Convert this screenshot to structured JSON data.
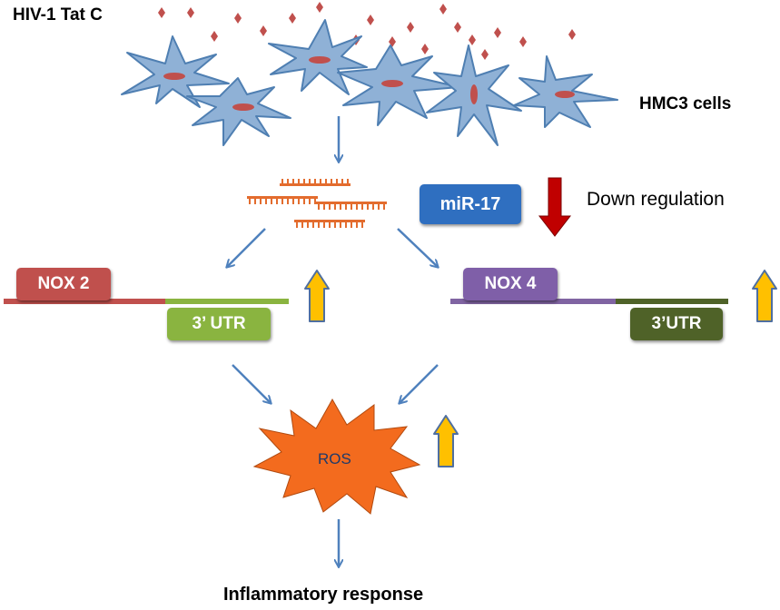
{
  "labels": {
    "stimulus": "HIV-1 Tat C",
    "cells": "HMC3 cells",
    "mirna": "miR-17",
    "down_regulation": "Down regulation",
    "nox2": "NOX 2",
    "nox2_utr": "3’ UTR",
    "nox4": "NOX 4",
    "nox4_utr": "3’UTR",
    "ros": "ROS",
    "outcome": "Inflammatory response"
  },
  "colors": {
    "cell_fill": "#8fb1d6",
    "cell_stroke": "#4f7fb2",
    "nucleus": "#c0504d",
    "particle": "#c0504d",
    "mirna": "#e36c2e",
    "mirna_box": "#2f6fc0",
    "down_arrow": "#c00000",
    "up_arrow": "#ffc000",
    "up_arrow_stroke": "#4f6fa0",
    "nox2_box": "#c0504d",
    "nox2_utr_box": "#8ab440",
    "nox4_box": "#7f5fa8",
    "nox4_utr_box": "#4f6228",
    "ros": "#f36b1e",
    "flow_arrow": "#4f81bd"
  }
}
